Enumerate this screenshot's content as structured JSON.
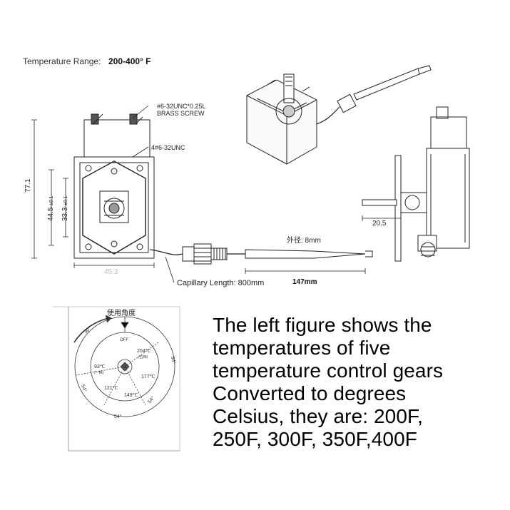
{
  "header": {
    "range_label": "Temperature Range:",
    "range_value": "200-400° F"
  },
  "front_view": {
    "screw_note_1": "#6-32UNC*0.25L",
    "screw_note_2": "BRASS SCREW",
    "hole_note": "4#6-32UNC",
    "dim_height": "77.1",
    "dim_mount": "44.5",
    "dim_mount_tol": "±0.1",
    "dim_inner": "33.3",
    "dim_inner_tol": "±0.1",
    "dim_width": "45.3"
  },
  "capillary": {
    "outer_diameter_label": "外径: 8mm",
    "length_label": "Capillary Length: 800mm",
    "bulb_length": "147mm"
  },
  "side_view": {
    "dim_shaft": "20.5"
  },
  "dial": {
    "title": "使用角度",
    "off": "OFF",
    "gear_93": "93℃",
    "gear_93_sub": "(一档)",
    "gear_121": "121℃",
    "gear_149": "149℃",
    "gear_177": "177℃",
    "gear_204": "204℃",
    "gear_204_sub": "(五档)",
    "angle_30": "30°",
    "angle_54a": "54°",
    "angle_54b": "54°",
    "angle_54c": "54°",
    "angle_54d": "54°"
  },
  "description": {
    "line1": "The left figure shows the",
    "line2": "temperatures of five",
    "line3": "temperature control gears",
    "line4": "Converted to degrees",
    "line5": "Celsius, they are: 200F,",
    "line6": "250F, 300F, 350F,400F"
  }
}
